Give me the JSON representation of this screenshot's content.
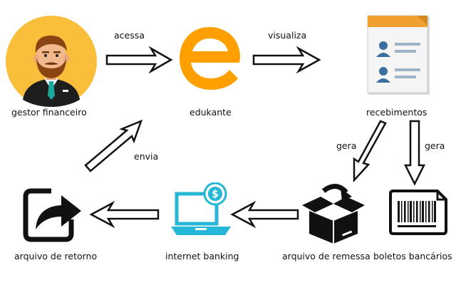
{
  "nodes": {
    "gestor": {
      "label": "gestor financeiro",
      "icon": "manager-avatar-icon"
    },
    "edukante": {
      "label": "edukante",
      "icon": "edukante-logo-icon"
    },
    "recebimentos": {
      "label": "recebimentos",
      "icon": "document-list-icon"
    },
    "remessa": {
      "label": "arquivo de remessa",
      "icon": "open-box-icon"
    },
    "boletos": {
      "label": "boletos bancários",
      "icon": "barcode-document-icon"
    },
    "internet_banking": {
      "label": "internet banking",
      "icon": "laptop-dollar-icon"
    },
    "retorno": {
      "label": "arquivo de retorno",
      "icon": "share-return-icon"
    }
  },
  "edges": {
    "acessa": "acessa",
    "visualiza": "visualiza",
    "gera_remessa": "gera",
    "gera_boletos": "gera",
    "envia": "envia"
  },
  "colors": {
    "avatar_bg": "#F9BE3A",
    "edukante_orange": "#FFA000",
    "laptop_cyan": "#27B7D6",
    "doc_header": "#F0A030",
    "doc_blue": "#3A6FA0",
    "icon_black": "#111111"
  }
}
